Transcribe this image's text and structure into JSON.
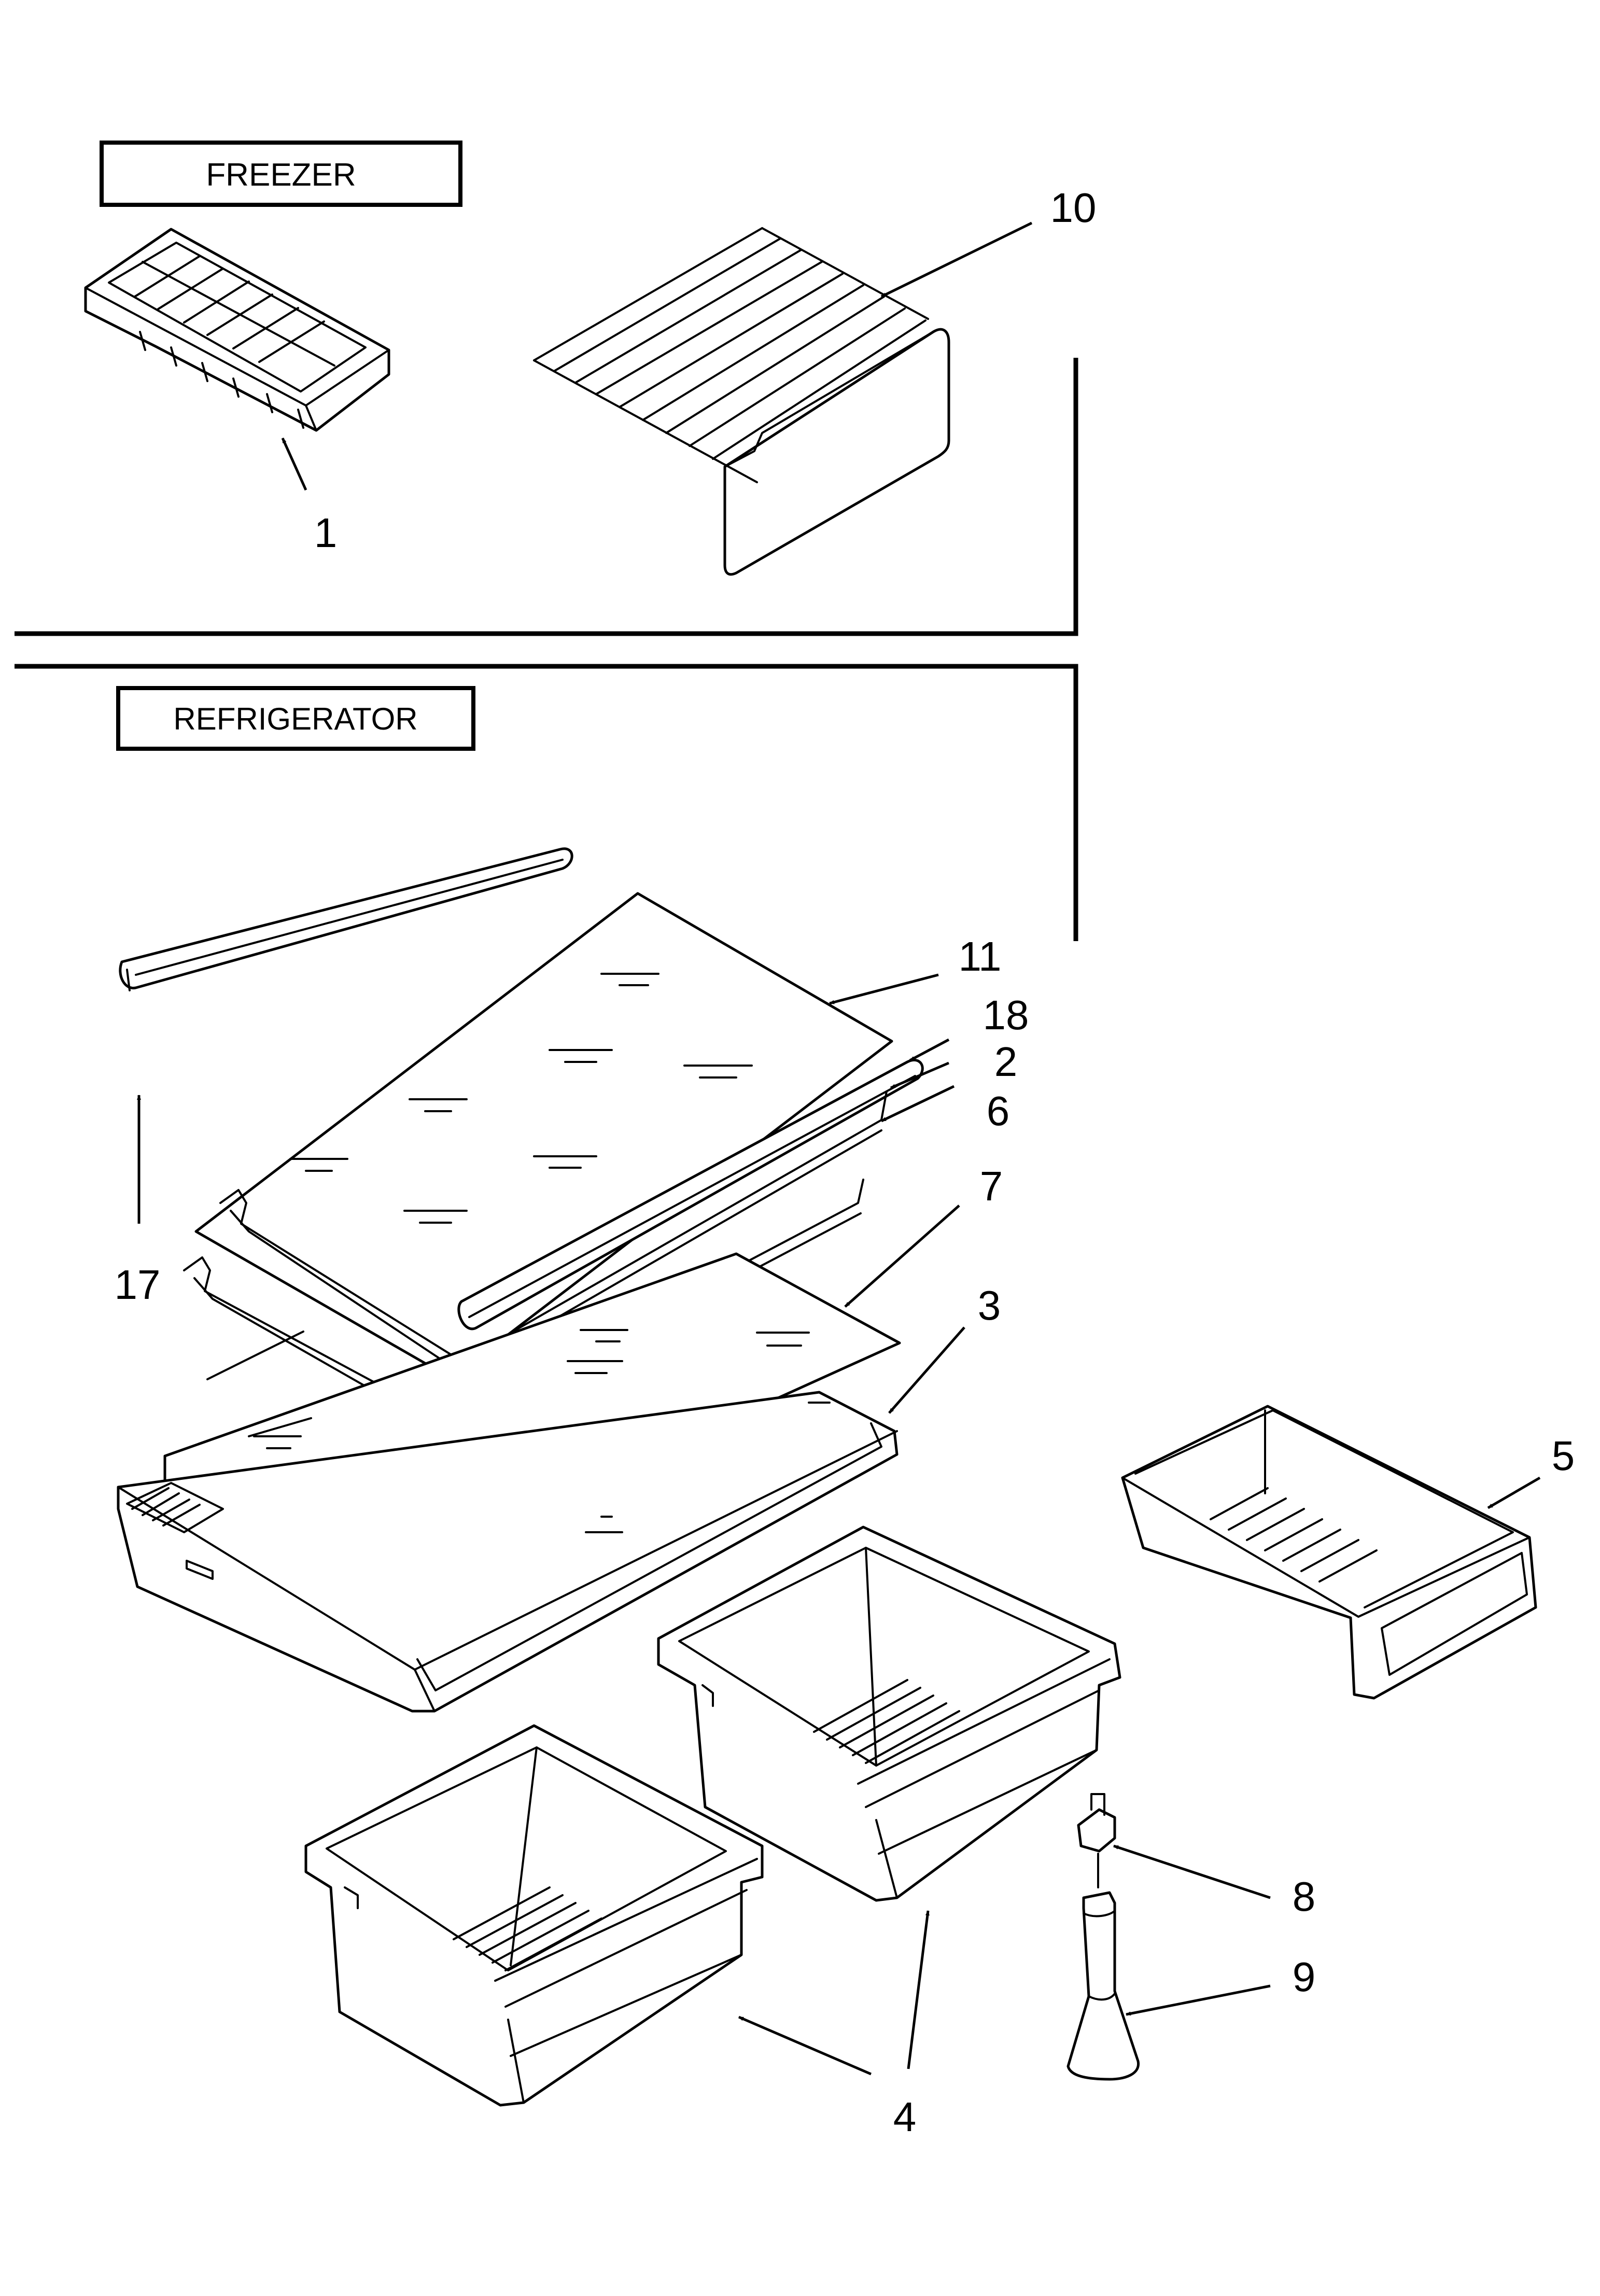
{
  "sections": {
    "freezer": "FREEZER",
    "refrigerator": "REFRIGERATOR"
  },
  "callouts": {
    "c1": "1",
    "c2": "2",
    "c3": "3",
    "c4": "4",
    "c5": "5",
    "c6": "6",
    "c7": "7",
    "c8": "8",
    "c9": "9",
    "c10": "10",
    "c11": "11",
    "c17": "17",
    "c18": "18"
  }
}
